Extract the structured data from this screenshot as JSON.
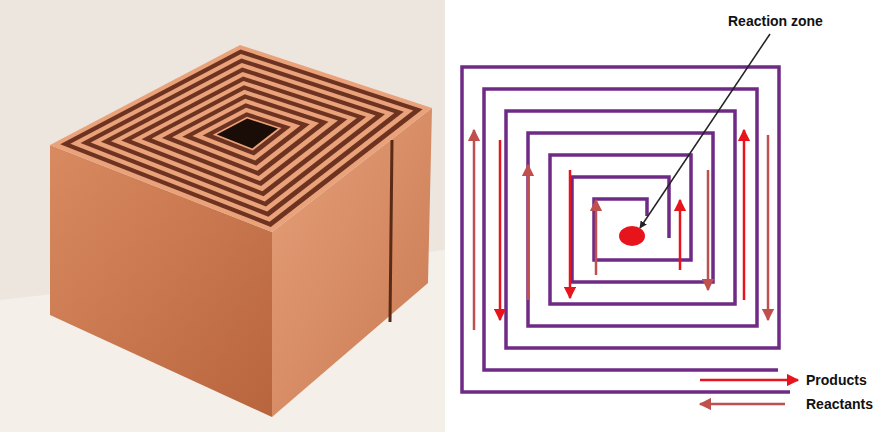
{
  "diagram": {
    "labels": [
      "Reaction zone",
      "Products",
      "Reactants"
    ]
  }
}
